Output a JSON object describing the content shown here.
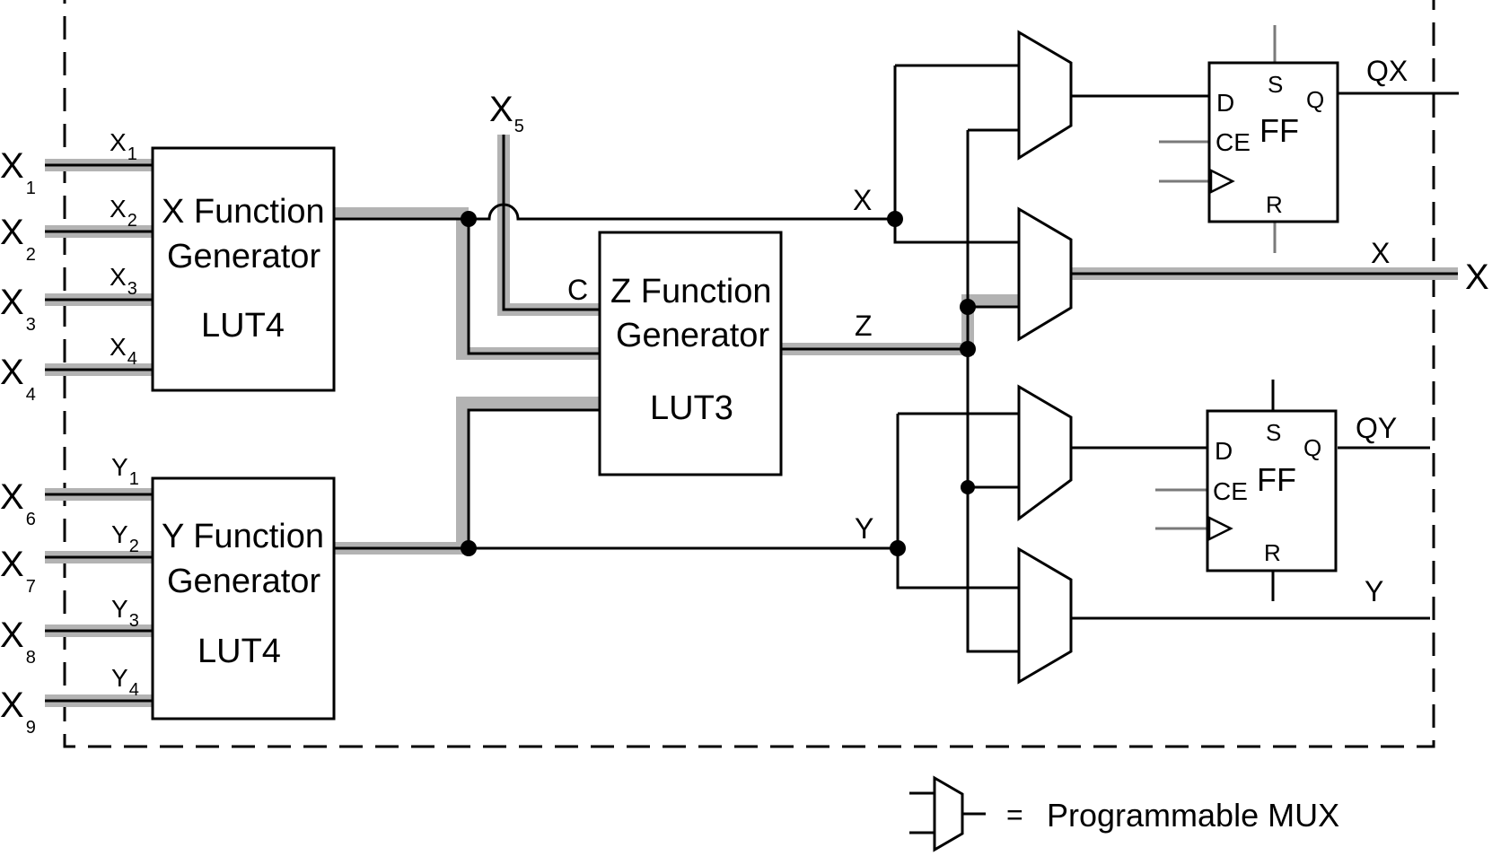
{
  "inputs_left": [
    {
      "base": "X",
      "sub": "1"
    },
    {
      "base": "X",
      "sub": "2"
    },
    {
      "base": "X",
      "sub": "3"
    },
    {
      "base": "X",
      "sub": "4"
    },
    {
      "base": "X",
      "sub": "6"
    },
    {
      "base": "X",
      "sub": "7"
    },
    {
      "base": "X",
      "sub": "8"
    },
    {
      "base": "X",
      "sub": "9"
    }
  ],
  "x_gen": {
    "pins": [
      {
        "base": "X",
        "sub": "1"
      },
      {
        "base": "X",
        "sub": "2"
      },
      {
        "base": "X",
        "sub": "3"
      },
      {
        "base": "X",
        "sub": "4"
      }
    ],
    "title_line1": "X Function",
    "title_line2": "Generator",
    "type": "LUT4"
  },
  "y_gen": {
    "pins": [
      {
        "base": "Y",
        "sub": "1"
      },
      {
        "base": "Y",
        "sub": "2"
      },
      {
        "base": "Y",
        "sub": "3"
      },
      {
        "base": "Y",
        "sub": "4"
      }
    ],
    "title_line1": "Y Function",
    "title_line2": "Generator",
    "type": "LUT4"
  },
  "z_gen": {
    "title_line1": "Z Function",
    "title_line2": "Generator",
    "type": "LUT3",
    "c_pin": "C"
  },
  "x5": {
    "base": "X",
    "sub": "5"
  },
  "signals": {
    "x": "X",
    "y": "Y",
    "z": "Z",
    "out_x_inner": "X",
    "out_x_outer": "X",
    "out_y": "Y",
    "qx": "QX",
    "qy": "QY"
  },
  "flipflop": {
    "d": "D",
    "s": "S",
    "q": "Q",
    "ce": "CE",
    "r": "R",
    "label": "FF"
  },
  "legend": {
    "equals": "=",
    "text": "Programmable MUX"
  },
  "colors": {
    "wire": "#000000",
    "bus_highlight": "#b3b3b3",
    "control_wire": "#7a7a7a"
  }
}
